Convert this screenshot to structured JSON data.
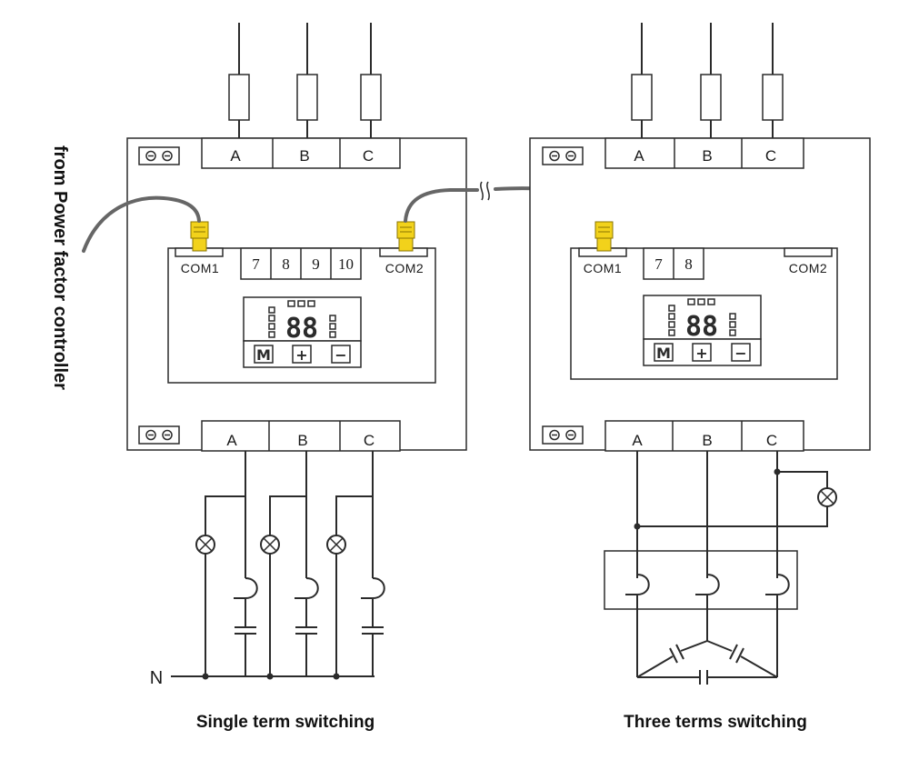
{
  "side_label": "from Power factor controller",
  "left_unit": {
    "top_terminals": [
      "A",
      "B",
      "C"
    ],
    "bottom_terminals": [
      "A",
      "B",
      "C"
    ],
    "com1": "COM1",
    "com2": "COM2",
    "numbers": [
      "7",
      "8",
      "9",
      "10"
    ],
    "display": "88",
    "keys": [
      "M",
      "+",
      "−"
    ]
  },
  "right_unit": {
    "top_terminals": [
      "A",
      "B",
      "C"
    ],
    "bottom_terminals": [
      "A",
      "B",
      "C"
    ],
    "com1": "COM1",
    "com2": "COM2",
    "numbers": [
      "7",
      "8"
    ],
    "display": "88",
    "keys": [
      "M",
      "+",
      "−"
    ]
  },
  "neutral_label": "N",
  "captions": {
    "left": "Single term switching",
    "right": "Three terms switching"
  },
  "colors": {
    "line": "#2b2b2b",
    "cable": "#666666",
    "connector": "#f2d21b"
  }
}
